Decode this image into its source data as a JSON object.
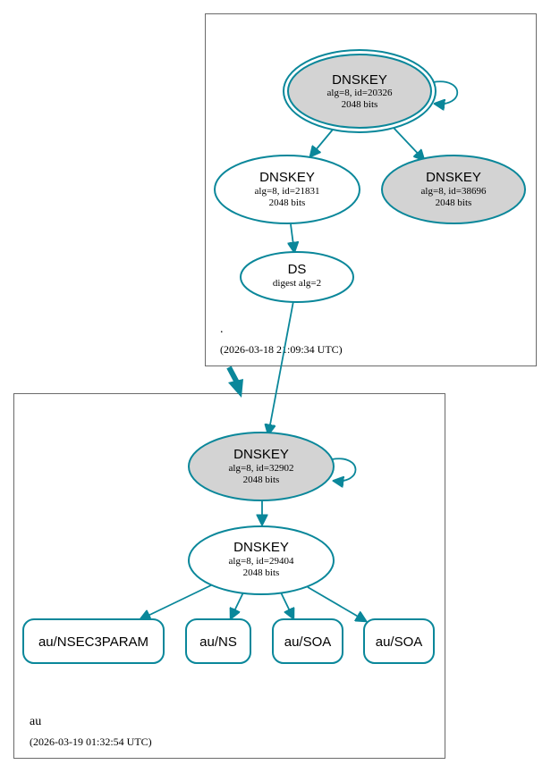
{
  "colors": {
    "edge": "#0a879a",
    "filled": "#d3d3d3",
    "border": "#6a6a6a"
  },
  "zones": {
    "root": {
      "name": ".",
      "timestamp": "(2026-03-18 21:09:34 UTC)"
    },
    "au": {
      "name": "au",
      "timestamp": "(2026-03-19 01:32:54 UTC)"
    }
  },
  "nodes": {
    "root_ksk": {
      "title": "DNSKEY",
      "line1": "alg=8, id=20326",
      "line2": "2048 bits"
    },
    "root_zsk1": {
      "title": "DNSKEY",
      "line1": "alg=8, id=21831",
      "line2": "2048 bits"
    },
    "root_zsk2": {
      "title": "DNSKEY",
      "line1": "alg=8, id=38696",
      "line2": "2048 bits"
    },
    "ds": {
      "title": "DS",
      "line1": "digest alg=2"
    },
    "au_ksk": {
      "title": "DNSKEY",
      "line1": "alg=8, id=32902",
      "line2": "2048 bits"
    },
    "au_zsk": {
      "title": "DNSKEY",
      "line1": "alg=8, id=29404",
      "line2": "2048 bits"
    },
    "rr_nsec3param": {
      "label": "au/NSEC3PARAM"
    },
    "rr_ns": {
      "label": "au/NS"
    },
    "rr_soa1": {
      "label": "au/SOA"
    },
    "rr_soa2": {
      "label": "au/SOA"
    }
  }
}
